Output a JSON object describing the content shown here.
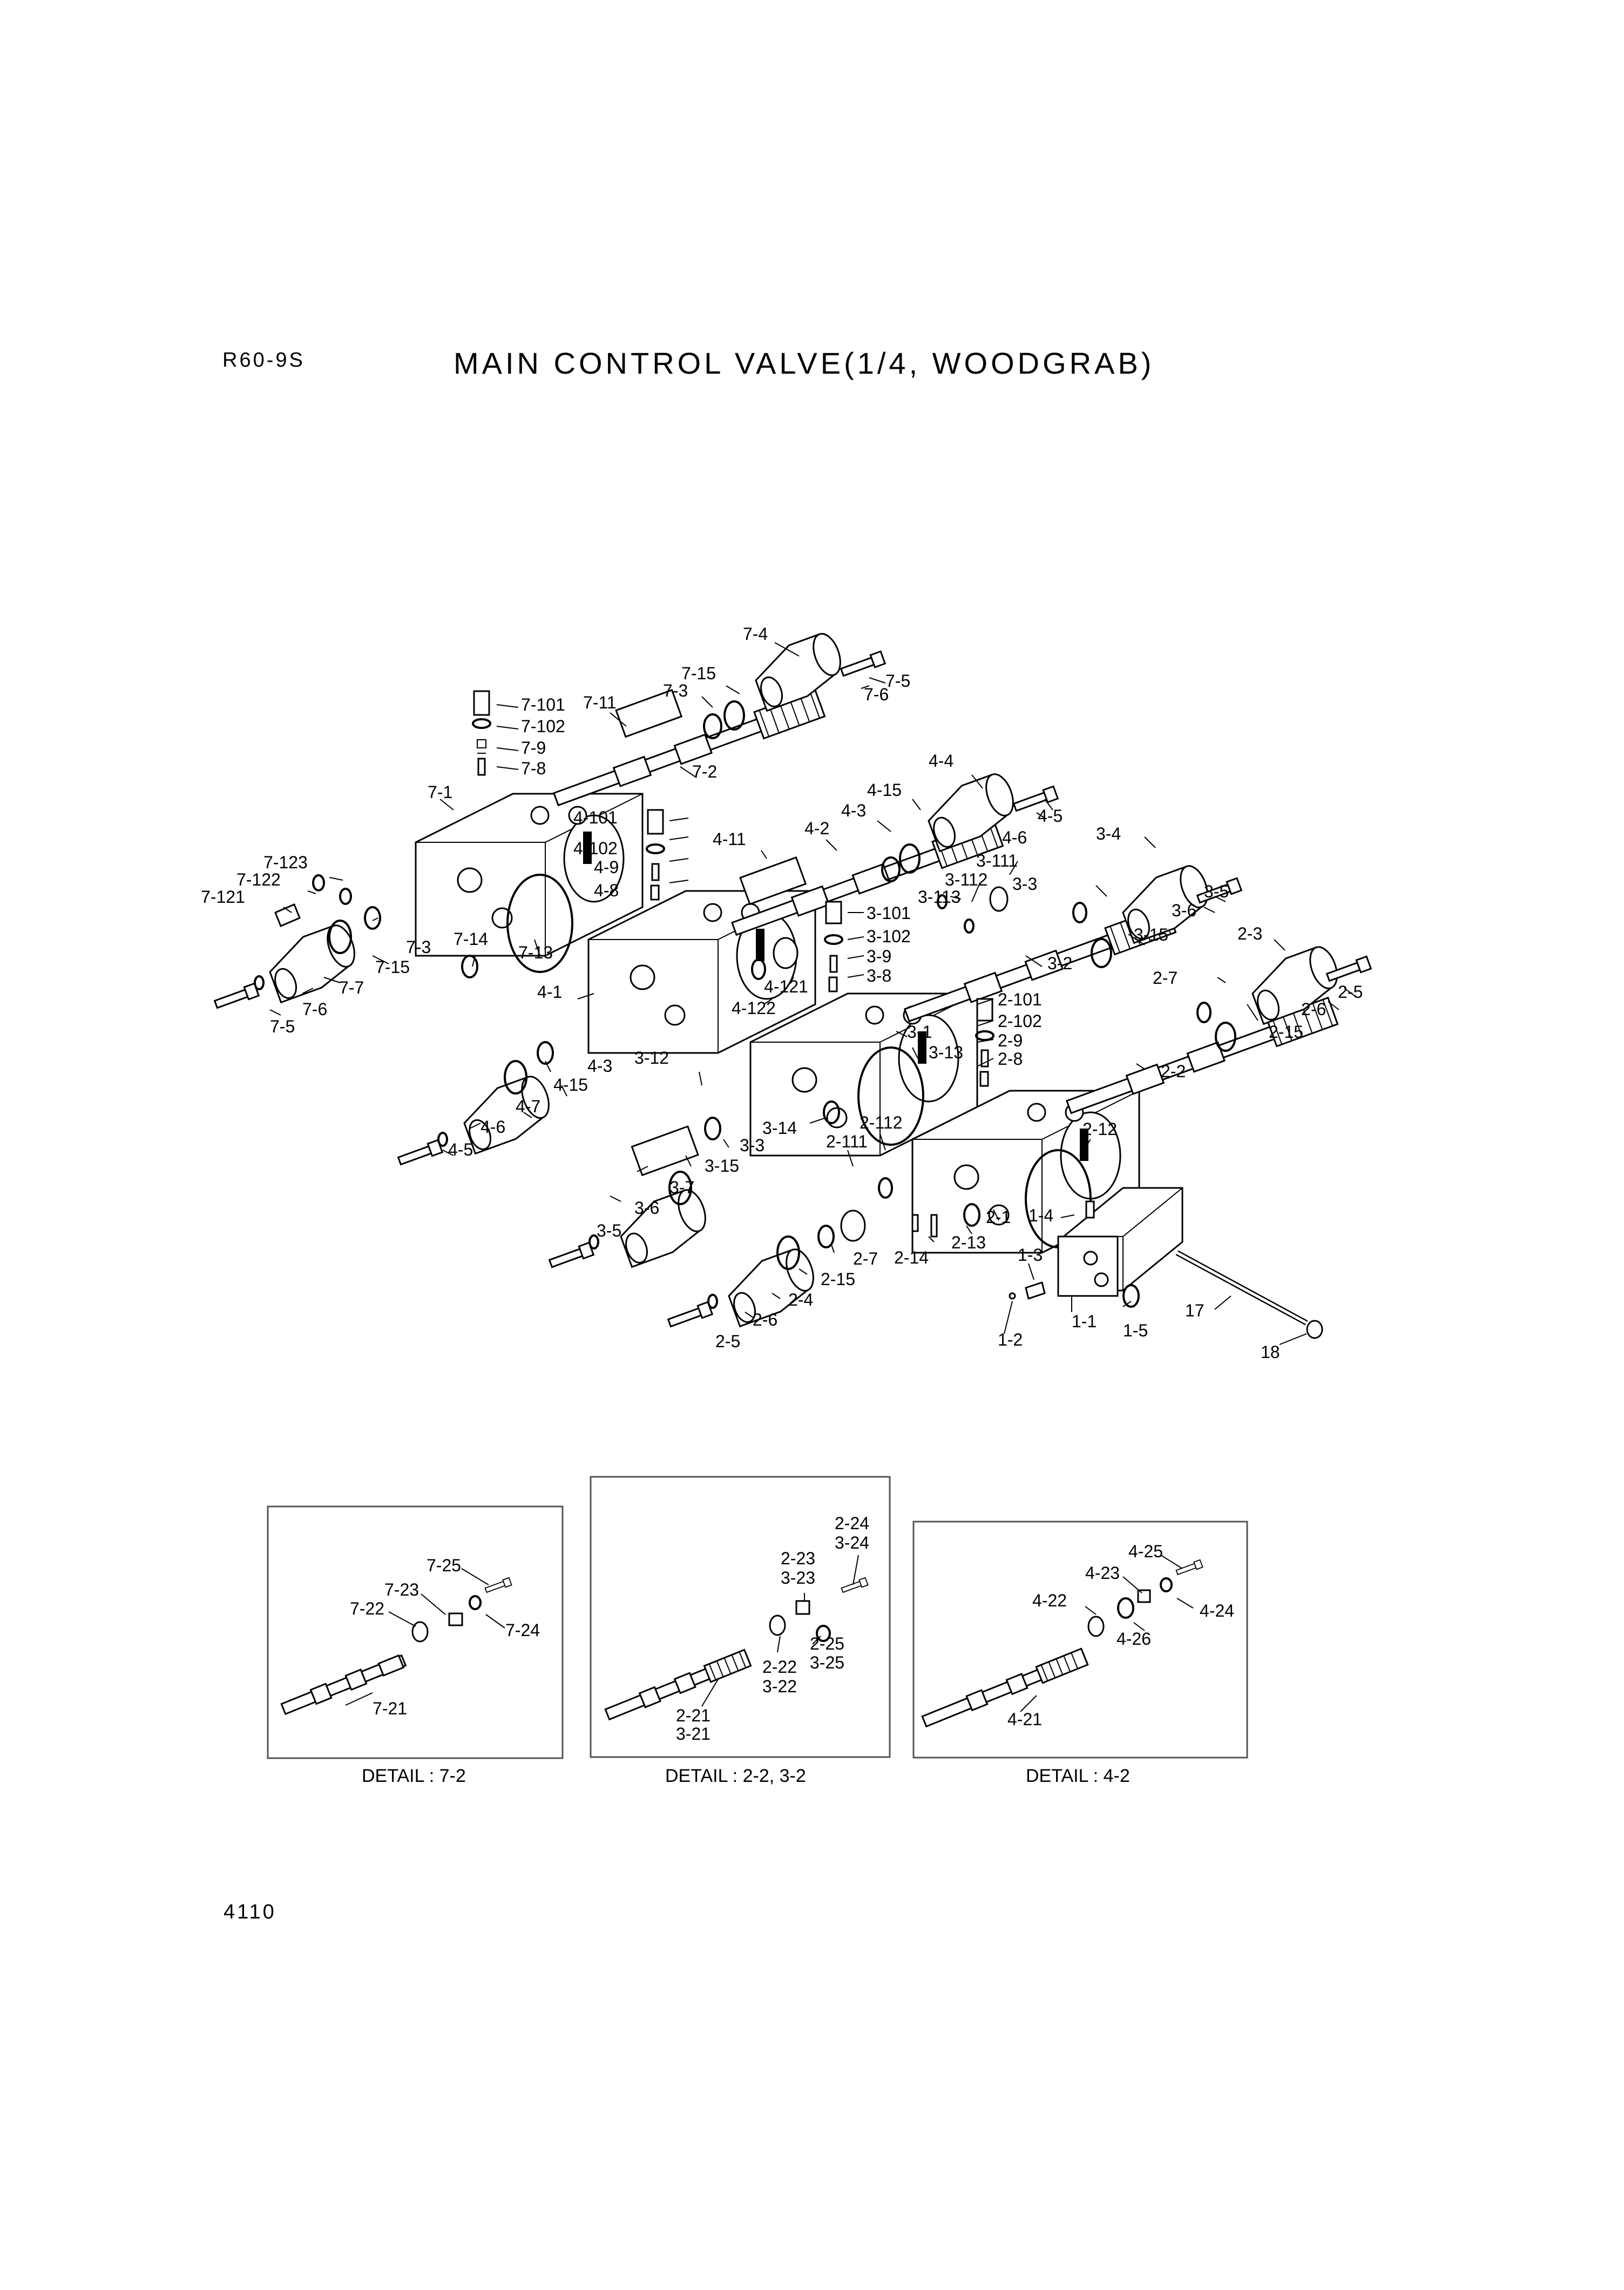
{
  "header": {
    "model": "R60-9S",
    "title": "MAIN CONTROL VALVE(1/4, WOODGRAB)"
  },
  "footer": {
    "page_number": "4110"
  },
  "callouts": {
    "c7_4": "7-4",
    "c7_15": "7-15",
    "c7_3a": "7-3",
    "c7_5a": "7-5",
    "c7_6a": "7-6",
    "c7_101": "7-101",
    "c7_102": "7-102",
    "c7_9": "7-9",
    "c7_8": "7-8",
    "c7_11": "7-11",
    "c7_2": "7-2",
    "c7_1": "7-1",
    "c7_123": "7-123",
    "c7_122": "7-122",
    "c7_121": "7-121",
    "c7_3b": "7-3",
    "c7_14": "7-14",
    "c7_13": "7-13",
    "c7_15b": "7-15",
    "c7_7": "7-7",
    "c7_6b": "7-6",
    "c7_5b": "7-5",
    "c4_4": "4-4",
    "c4_15a": "4-15",
    "c4_3a": "4-3",
    "c4_5a": "4-5",
    "c4_6a": "4-6",
    "c4_101": "4-101",
    "c4_102": "4-102",
    "c4_9": "4-9",
    "c4_8": "4-8",
    "c4_11": "4-11",
    "c4_2": "4-2",
    "c4_1": "4-1",
    "c4_122": "4-122",
    "c4_121": "4-121",
    "c4_3b": "4-3",
    "c4_15b": "4-15",
    "c4_7": "4-7",
    "c4_6b": "4-6",
    "c4_5b": "4-5",
    "c3_4": "3-4",
    "c3_3a": "3-3",
    "c3_15a": "3-15",
    "c3_5a": "3-5",
    "c3_6a": "3-6",
    "c3_111": "3-111",
    "c3_112": "3-112",
    "c3_113": "3-113",
    "c3_101": "3-101",
    "c3_102": "3-102",
    "c3_9": "3-9",
    "c3_8": "3-8",
    "c3_2": "3-2",
    "c3_1": "3-1",
    "c3_13": "3-13",
    "c3_12": "3-12",
    "c3_14": "3-14",
    "c3_3b": "3-3",
    "c3_15b": "3-15",
    "c3_7": "3-7",
    "c3_6b": "3-6",
    "c3_5b": "3-5",
    "c2_3": "2-3",
    "c2_7a": "2-7",
    "c2_6a": "2-6",
    "c2_5a": "2-5",
    "c2_15a": "2-15",
    "c2_101": "2-101",
    "c2_102": "2-102",
    "c2_9": "2-9",
    "c2_8": "2-8",
    "c2_2": "2-2",
    "c2_12": "2-12",
    "c2_112": "2-112",
    "c2_111": "2-111",
    "c2_1": "2-1",
    "c2_13": "2-13",
    "c2_14": "2-14",
    "c2_7b": "2-7",
    "c2_15b": "2-15",
    "c2_4": "2-4",
    "c2_6b": "2-6",
    "c2_5b": "2-5",
    "c1_4": "1-4",
    "c1_3": "1-3",
    "c1_2": "1-2",
    "c1_1": "1-1",
    "c1_5": "1-5",
    "c17": "17",
    "c18": "18"
  },
  "details": {
    "d72": {
      "caption": "DETAIL : 7-2",
      "labels": {
        "a": "7-25",
        "b": "7-23",
        "c": "7-22",
        "d": "7-24",
        "e": "7-21"
      }
    },
    "d22": {
      "caption": "DETAIL : 2-2, 3-2",
      "labels": {
        "a": "2-24",
        "b": "3-24",
        "c": "2-23",
        "d": "3-23",
        "e": "2-25",
        "f": "3-25",
        "g": "2-22",
        "h": "3-22",
        "i": "2-21",
        "j": "3-21"
      }
    },
    "d42": {
      "caption": "DETAIL : 4-2",
      "labels": {
        "a": "4-25",
        "b": "4-23",
        "c": "4-22",
        "d": "4-24",
        "e": "4-26",
        "f": "4-21"
      }
    }
  }
}
